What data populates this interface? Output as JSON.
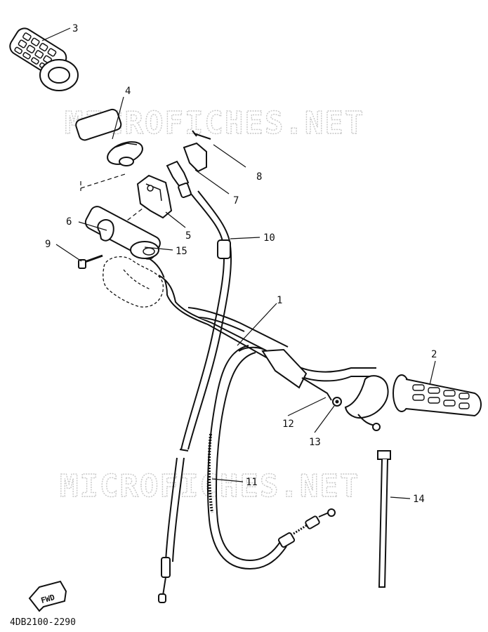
{
  "diagram": {
    "watermark_1": "MICROFICHES.NET",
    "watermark_2": "MICROFICHES.NET",
    "fwd_badge": "FWD",
    "diagram_code": "4DB2100-2290",
    "callouts": {
      "c1": "1",
      "c2": "2",
      "c3": "3",
      "c4": "4",
      "c5": "5",
      "c6": "6",
      "c7": "7",
      "c8": "8",
      "c9": "9",
      "c10": "10",
      "c11": "11",
      "c12": "12",
      "c13": "13",
      "c14": "14",
      "c15": "15"
    },
    "colors": {
      "ink": "#111111",
      "watermark": "#c8c8c8"
    }
  }
}
